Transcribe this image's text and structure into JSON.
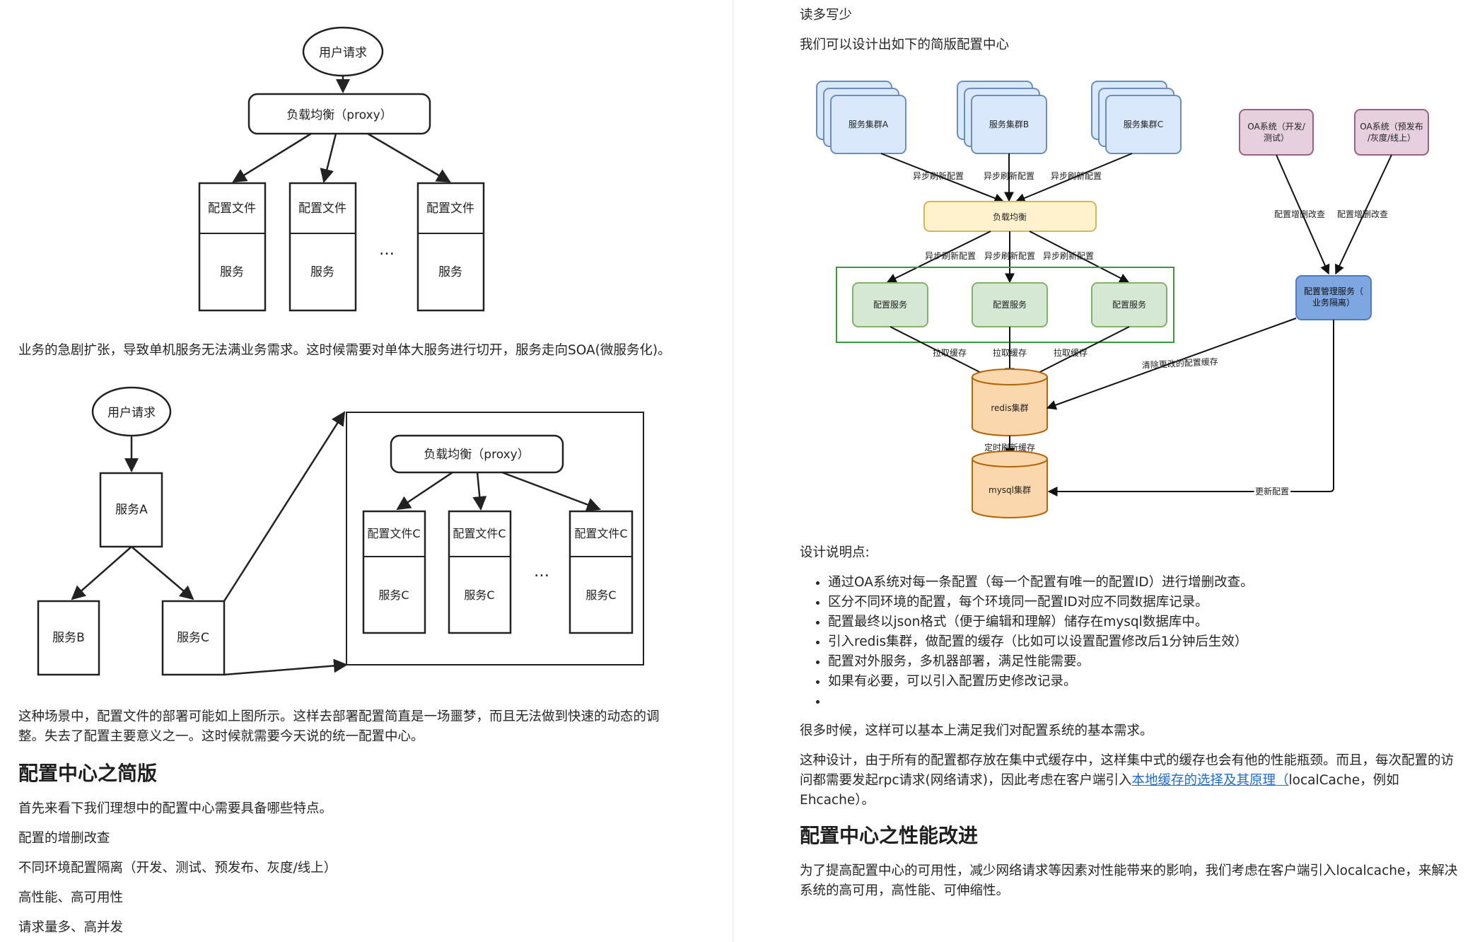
{
  "diagram1": {
    "user_request": "用户请求",
    "proxy": "负载均衡（proxy）",
    "config_file": "配置文件",
    "service": "服务",
    "ellipsis": "…"
  },
  "para_soa": "业务的急剧扩张，导致单机服务无法满业务需求。这时候需要对单体大服务进行切开，服务走向SOA(微服务化)。",
  "diagram2": {
    "user_request": "用户请求",
    "service_a": "服务A",
    "service_b": "服务B",
    "service_c": "服务C",
    "proxy": "负载均衡（proxy）",
    "config_file_c": "配置文件C",
    "service_c_inner": "服务C",
    "ellipsis": "…"
  },
  "para_scene": {
    "line1": "这种场景中，配置文件的部署可能如上图所示。这样去部署配置简直是一场噩梦，而且无法做到快速的动态的调",
    "line2": "整。失去了配置主要意义之一。这时候就需要今天说的统一配置中心。"
  },
  "heading_simple": "配置中心之简版",
  "para_first": "首先来看下我们理想中的配置中心需要具备哪些特点。",
  "features": [
    "配置的增删改查",
    "不同环境配置隔离（开发、测试、预发布、灰度/线上）",
    "高性能、高可用性",
    "请求量多、高并发"
  ],
  "right_top": {
    "read_more": "读多写少",
    "design_intro": "我们可以设计出如下的简版配置中心"
  },
  "diagram3": {
    "cluster_a": "服务集群A",
    "cluster_b": "服务集群B",
    "cluster_c": "服务集群C",
    "oa_dev": "OA系统（开发/测试）",
    "oa_dev_l1": "OA系统（开发/",
    "oa_dev_l2": "测试）",
    "oa_pre_l1": "OA系统（预发布",
    "oa_pre_l2": "/灰度/线上）",
    "async_refresh": "异步刷新配置",
    "crud": "配置增删改查",
    "lb": "负载均衡",
    "config_service": "配置服务",
    "mgmt_l1": "配置管理服务（",
    "mgmt_l2": "业务隔离）",
    "pull_cache": "拉取缓存",
    "clear_cache": "清除更改的配置缓存",
    "redis": "redis集群",
    "timed_refresh": "定时刷新缓存",
    "mysql": "mysql集群",
    "update_config": "更新配置"
  },
  "design_notes_title": "设计说明点:",
  "design_notes": [
    "通过OA系统对每一条配置（每一个配置有唯一的配置ID）进行增删改查。",
    "区分不同环境的配置，每个环境同一配置ID对应不同数据库记录。",
    "配置最终以json格式（便于编辑和理解）储存在mysql数据库中。",
    "引入redis集群，做配置的缓存（比如可以设置配置修改后1分钟后生效）",
    "配置对外服务，多机器部署，满足性能需要。",
    "如果有必要，可以引入配置历史修改记录。",
    ""
  ],
  "para_basic": "很多时候，这样可以基本上满足我们对配置系统的基本需求。",
  "para_design": {
    "line1": "这种设计，由于所有的配置都存放在集中式缓存中，这样集中式的缓存也会有他的性能瓶颈。而且，每次配置的访",
    "line2_pre": "问都需要发起rpc请求(网络请求)，因此考虑在客户端引入",
    "line2_link": "本地缓存的选择及其原理（",
    "line2_post": "localCache，例如",
    "line3": "Ehcache）。"
  },
  "heading_perf": "配置中心之性能改进",
  "para_perf": {
    "line1": "为了提高配置中心的可用性，减少网络请求等因素对性能带来的影响，我们考虑在客户端引入localcache，来解决",
    "line2": "系统的高可用，高性能、可伸缩性。"
  },
  "colors": {
    "blue_fill": "#dae8fc",
    "blue_stroke": "#6c8ebf",
    "yellow_fill": "#fff2cc",
    "yellow_stroke": "#d6b656",
    "green_fill": "#d5e8d4",
    "green_stroke": "#82b366",
    "pink_fill": "#e6d0de",
    "pink_stroke": "#996185",
    "orange_fill": "#fad7ac",
    "orange_stroke": "#b46504",
    "mgmt_fill": "#7ea6e0",
    "link": "#1e6bd6"
  }
}
